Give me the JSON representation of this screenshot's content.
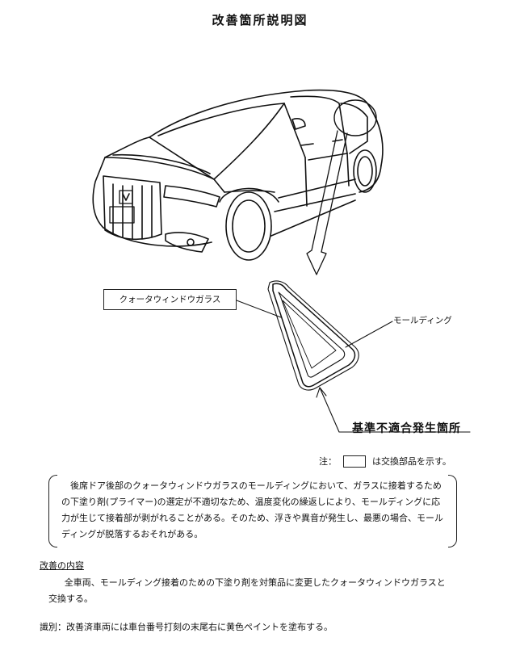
{
  "title": "改善箇所説明図",
  "callout_label": "クォータウィンドウガラス",
  "molding_label": "モールディング",
  "defect_label": "基準不適合発生箇所",
  "note": {
    "prefix": "注：",
    "suffix": "は交換部品を示す。"
  },
  "description": {
    "text": "後席ドア後部のクォータウィンドウガラスのモールディングにおいて、ガラスに接着するための下塗り剤(プライマー)の選定が不適切なため、温度変化の繰返しにより、モールディングに応力が生じて接着部が剥がれることがある。そのため、浮きや異音が発生し、最悪の場合、モールディングが脱落するおそれがある。"
  },
  "improvement": {
    "heading": "改善の内容",
    "line1": "全車両、モールディング接着のための下塗り剤を対策品に変更したクォータウィンドウガラスと",
    "line2": "交換する。"
  },
  "identification": "識別：改善済車両には車台番号打刻の末尾右に黄色ペイントを塗布する。"
}
